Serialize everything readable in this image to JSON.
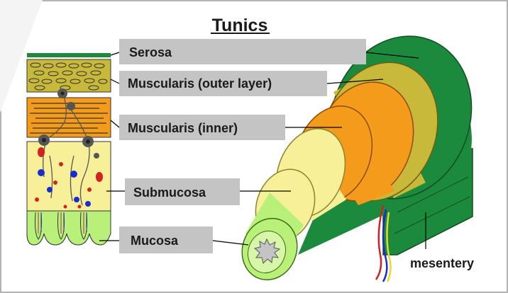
{
  "diagram": {
    "title": "Tunics",
    "labels": {
      "serosa": "Serosa",
      "muscularis_outer": "Muscularis (outer layer)",
      "muscularis_inner": "Muscularis (inner)",
      "submucosa": "Submucosa",
      "mucosa": "Mucosa",
      "mesentery": "mesentery"
    },
    "colors": {
      "serosa": "#1c8a3c",
      "muscularis_outer": "#c9b93a",
      "muscularis_inner": "#f59b1c",
      "submucosa": "#f7f099",
      "mucosa": "#b8f07a",
      "label_box": "#c4c4c4",
      "leader": "#000000",
      "blood_red": "#d42020",
      "blood_blue": "#1a2bd0"
    }
  }
}
